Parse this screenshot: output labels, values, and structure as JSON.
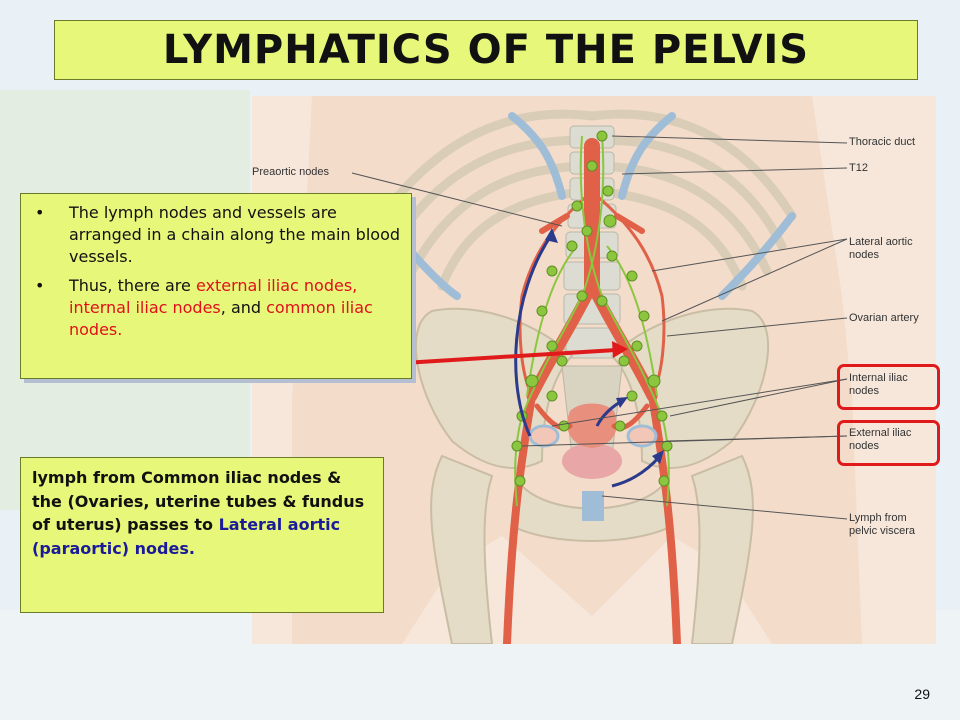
{
  "title": "LYMPHATICS OF THE PELVIS",
  "bullets": [
    {
      "text": "The lymph nodes and vessels are arranged in a chain along the main blood vessels."
    },
    {
      "prefix": "Thus, there are ",
      "red1": "external iliac nodes, internal iliac nodes",
      "mid": ", and ",
      "red2": "common iliac nodes."
    }
  ],
  "lymph_box": {
    "text_before": "lymph from Common iliac nodes & the (Ovaries, uterine tubes & fundus of uterus) passes to ",
    "blue_text": "Lateral aortic (paraortic) nodes."
  },
  "figure_labels": {
    "preaortic": "Preaortic nodes",
    "thoracic_duct": "Thoracic duct",
    "t12": "T12",
    "lateral_aortic_1": "Lateral aortic",
    "lateral_aortic_2": "nodes",
    "ovarian_artery": "Ovarian artery",
    "internal_iliac_1": "Internal iliac",
    "internal_iliac_2": "nodes",
    "external_iliac_1": "External iliac",
    "external_iliac_2": "nodes",
    "lymph_from_1": "Lymph from",
    "lymph_from_2": "pelvic viscera"
  },
  "page_number": "29",
  "colors": {
    "title_bg": "#e6f77a",
    "highlight_red": "#e0101a",
    "highlight_blue": "#1a1a9a",
    "artery_red": "#e06048",
    "node_green": "#8cc63f"
  }
}
